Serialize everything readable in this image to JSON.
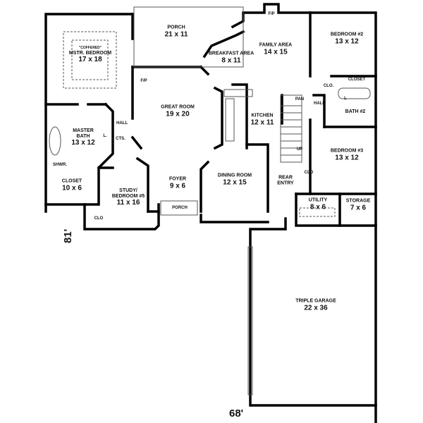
{
  "rooms": [
    {
      "key": "master",
      "note": "\"COFFERED\"",
      "name": "MSTR. BEDROOM",
      "size": "17 x 18"
    },
    {
      "key": "porch_rear",
      "name": "PORCH",
      "size": "21 x 11"
    },
    {
      "key": "breakfast",
      "name": "BREAKFAST AREA",
      "size": "8 x 11"
    },
    {
      "key": "family",
      "name": "FAMILY AREA",
      "size": "14 x 15"
    },
    {
      "key": "bed2",
      "name": "BEDROOM #2",
      "size": "13 x 12"
    },
    {
      "key": "great",
      "name": "GREAT ROOM",
      "size": "19 x 20"
    },
    {
      "key": "kitchen",
      "name": "KITCHEN",
      "size": "12 x 11"
    },
    {
      "key": "mbath",
      "name": "MASTER BATH",
      "size": "13 x 12"
    },
    {
      "key": "bath2",
      "name": "BATH #2",
      "size": ""
    },
    {
      "key": "bed3",
      "name": "BEDROOM #3",
      "size": "13 x 12"
    },
    {
      "key": "closet",
      "name": "CLOSET",
      "size": "10 x 6"
    },
    {
      "key": "study",
      "name": "STUDY/ BEDROOM #5",
      "size": "11 x 16"
    },
    {
      "key": "foyer",
      "name": "FOYER",
      "size": "9 x 6"
    },
    {
      "key": "dining",
      "name": "DINING ROOM",
      "size": "12 x 15"
    },
    {
      "key": "rear_entry",
      "name": "REAR ENTRY",
      "size": ""
    },
    {
      "key": "utility",
      "name": "UTILITY",
      "size": "8 x 6"
    },
    {
      "key": "storage",
      "name": "STORAGE",
      "size": "7 x 6"
    },
    {
      "key": "garage",
      "name": "TRIPLE GARAGE",
      "size": "22 x 36"
    }
  ],
  "small_labels": {
    "fp_great": "F/P",
    "fp_family": "F/P",
    "hall_left": "HALL",
    "l_bath": "L.",
    "cts": "CTS.",
    "shwr": "SHWR.",
    "clo_study": "CLO",
    "porch_front": "PORCH",
    "pan": "PAN",
    "hall_right": "HALL",
    "clo_bed2": "CLO.",
    "closet_bed2": "CLOSET",
    "l_bath2": "L",
    "up": "UP",
    "clo_bed3": "CLO"
  },
  "dimensions": {
    "depth": "81'",
    "width": "68'"
  }
}
